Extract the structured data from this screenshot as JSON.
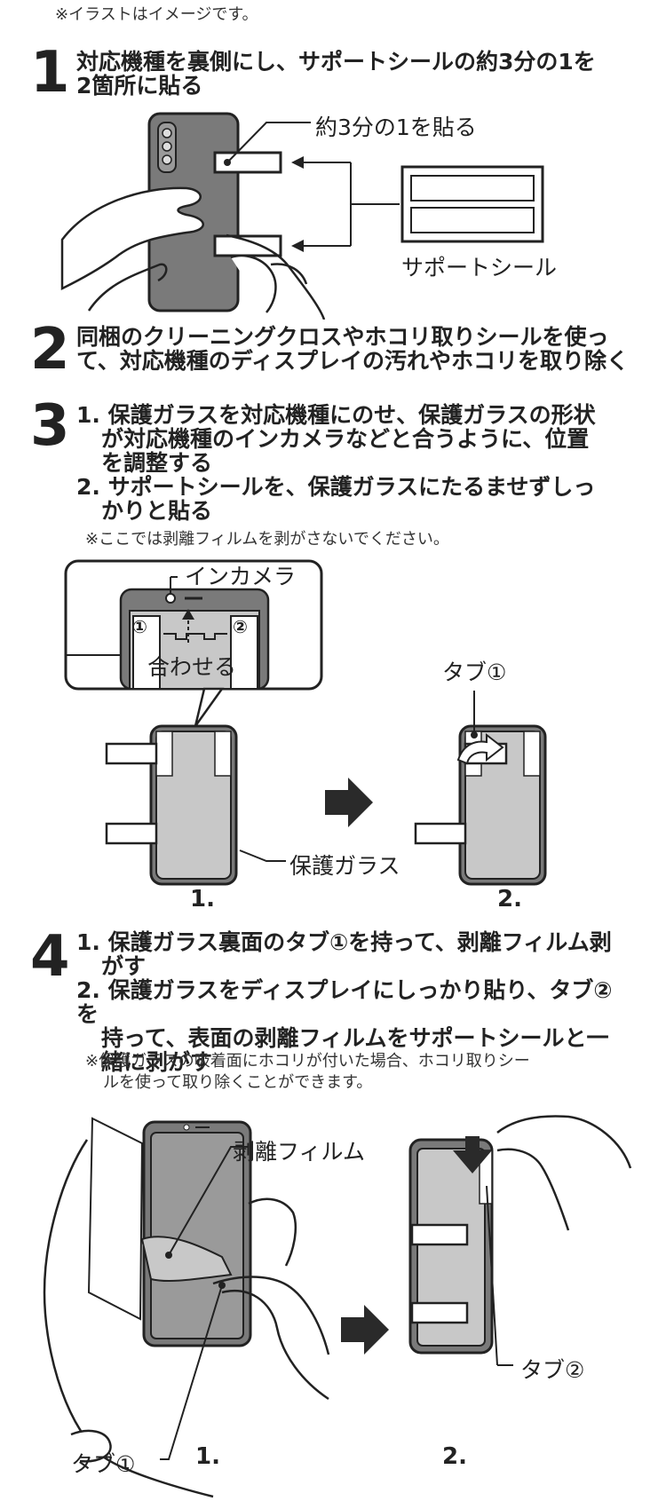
{
  "note_top": "※イラストはイメージです。",
  "steps": [
    {
      "number": "1",
      "lines": [
        "対応機種を裏側にし、サポートシールの約3分の1を",
        "2箇所に貼る"
      ]
    },
    {
      "number": "2",
      "lines": [
        "同梱のクリーニングクロスやホコリ取りシールを使っ",
        "て、対応機種のディスプレイの汚れやホコリを取り除く"
      ]
    },
    {
      "number": "3",
      "lines": [
        "1. 保護ガラスを対応機種にのせ、保護ガラスの形状",
        "が対応機種のインカメラなどと合うように、位置",
        "を調整する",
        "2. サポートシールを、保護ガラスにたるませずしっ",
        "かりと貼る"
      ],
      "note": "※ここでは剥離フィルムを剥がさないでください。"
    },
    {
      "number": "4",
      "lines": [
        "1. 保護ガラス裏面のタブ①を持って、剥離フィルム剥",
        "がす",
        "2. 保護ガラスをディスプレイにしっかり貼り、タブ②を",
        "持って、表面の剥離フィルムをサポートシールと一",
        "緒に剥がす"
      ],
      "note_lines": [
        "※保護ガラスの吸着面にホコリが付いた場合、ホコリ取りシー",
        "ルを使って取り除くことができます。"
      ]
    }
  ],
  "fig1": {
    "label_third": "約3分の1を貼る",
    "label_seal": "サポートシール"
  },
  "fig3": {
    "label_incamera": "インカメラ",
    "label_align": "合わせる",
    "label_tab1": "タブ①",
    "label_glass": "保護ガラス",
    "marker1": "①",
    "marker2": "②",
    "caption1": "1.",
    "caption2": "2."
  },
  "fig4": {
    "label_film": "剥離フィルム",
    "label_tab1": "タブ①",
    "label_tab2": "タブ②",
    "caption1": "1.",
    "caption2": "2."
  },
  "colors": {
    "phone_dark": "#7a7a7a",
    "glass_gray": "#c8c8c8",
    "line": "#222222",
    "arrow": "#2a2a2a"
  }
}
